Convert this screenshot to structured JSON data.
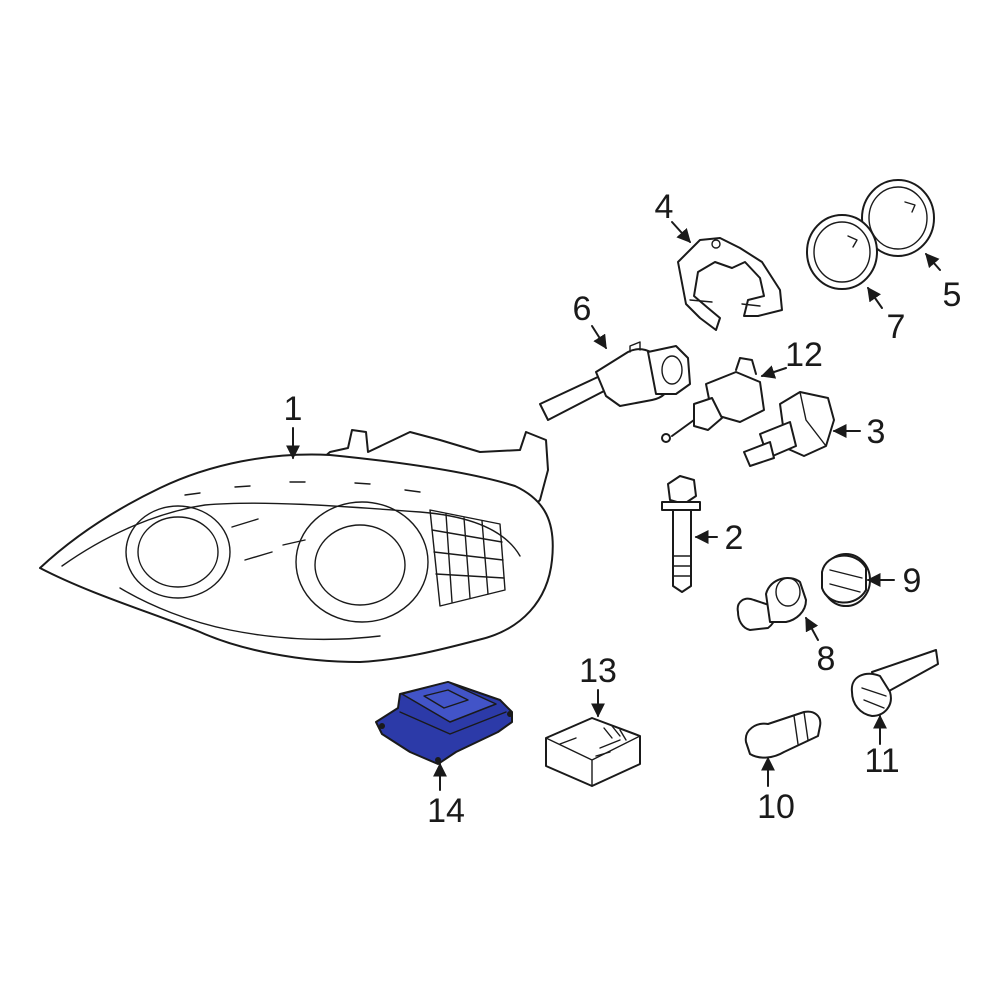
{
  "diagram": {
    "highlight_color": "#2c3aa8",
    "callouts": {
      "c1": "1",
      "c2": "2",
      "c3": "3",
      "c4": "4",
      "c5": "5",
      "c6": "6",
      "c7": "7",
      "c8": "8",
      "c9": "9",
      "c10": "10",
      "c11": "11",
      "c12": "12",
      "c13": "13",
      "c14": "14"
    }
  }
}
